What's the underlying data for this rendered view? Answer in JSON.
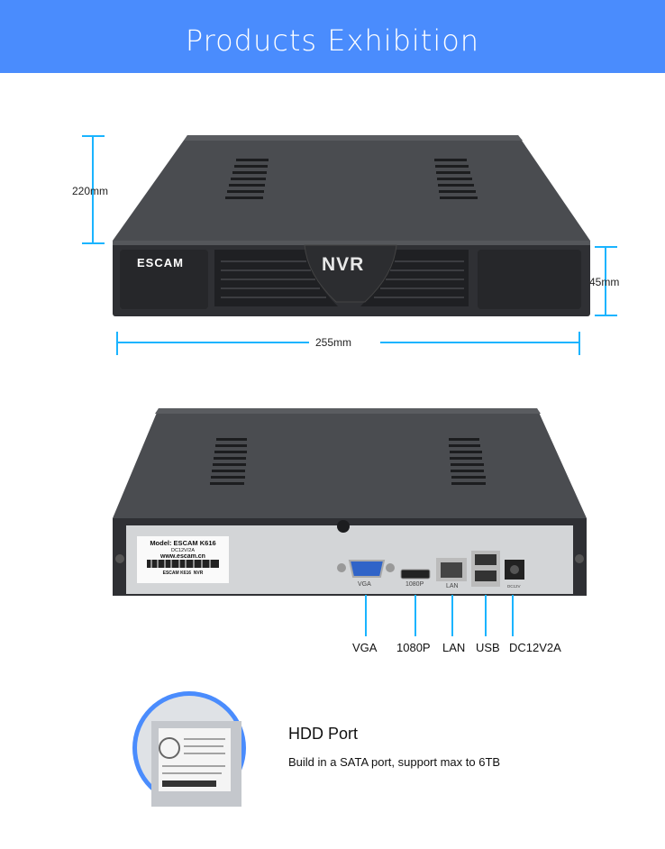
{
  "header": {
    "title": "Products Exhibition"
  },
  "front_view": {
    "brand_logo": "ESCAM",
    "badge": "NVR",
    "dimensions": {
      "depth": "220mm",
      "height": "45mm",
      "width": "255mm"
    }
  },
  "rear_view": {
    "label": {
      "model": "Model: ESCAM K616",
      "power": "DC12V/2A",
      "website": "www.escam.cn",
      "barcode_text": "ESCAM K616  NVR"
    },
    "port_prints": [
      "VGA",
      "1080P",
      "LAN",
      "DC12V"
    ],
    "port_callouts": [
      "VGA",
      "1080P",
      "LAN",
      "USB",
      "DC12V2A"
    ]
  },
  "hdd": {
    "title": "HDD Port",
    "description": "Build in a SATA port, support max to 6TB"
  },
  "colors": {
    "accent": "#4a8cfd",
    "callout": "#1ab4ff",
    "device": "#3a3c40"
  }
}
